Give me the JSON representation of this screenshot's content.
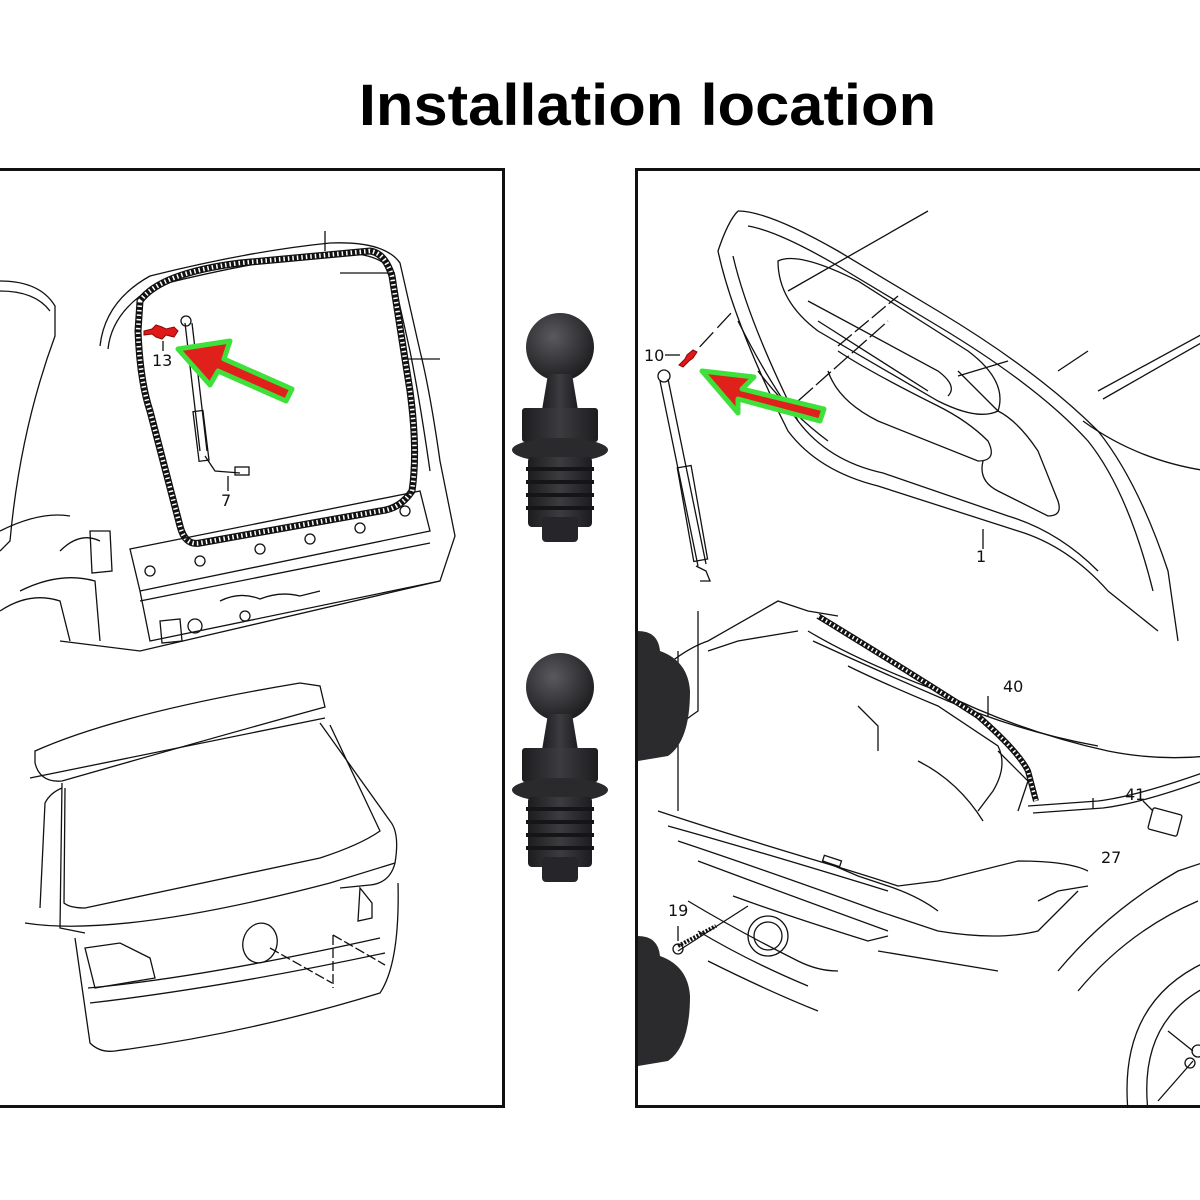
{
  "header": {
    "title": "Installation location"
  },
  "left_panel": {
    "description": "Rear hatch / tailgate installation diagram",
    "callouts": [
      {
        "label": "13",
        "highlighted": true
      },
      {
        "label": "7",
        "highlighted": false
      }
    ]
  },
  "right_panel": {
    "description": "Front hood / bonnet installation diagram",
    "callouts": [
      {
        "label": "10",
        "highlighted": true
      },
      {
        "label": "1",
        "highlighted": false
      },
      {
        "label": "40",
        "highlighted": false
      },
      {
        "label": "41",
        "highlighted": false
      },
      {
        "label": "27",
        "highlighted": false
      },
      {
        "label": "19",
        "highlighted": false
      }
    ]
  },
  "product": {
    "name": "ball stud",
    "count": 2
  },
  "colors": {
    "arrow_fill": "#e0201a",
    "arrow_outline": "#3ee03a",
    "part_highlight": "#e01818",
    "line": "#111111",
    "stud": "#2e2e30"
  }
}
